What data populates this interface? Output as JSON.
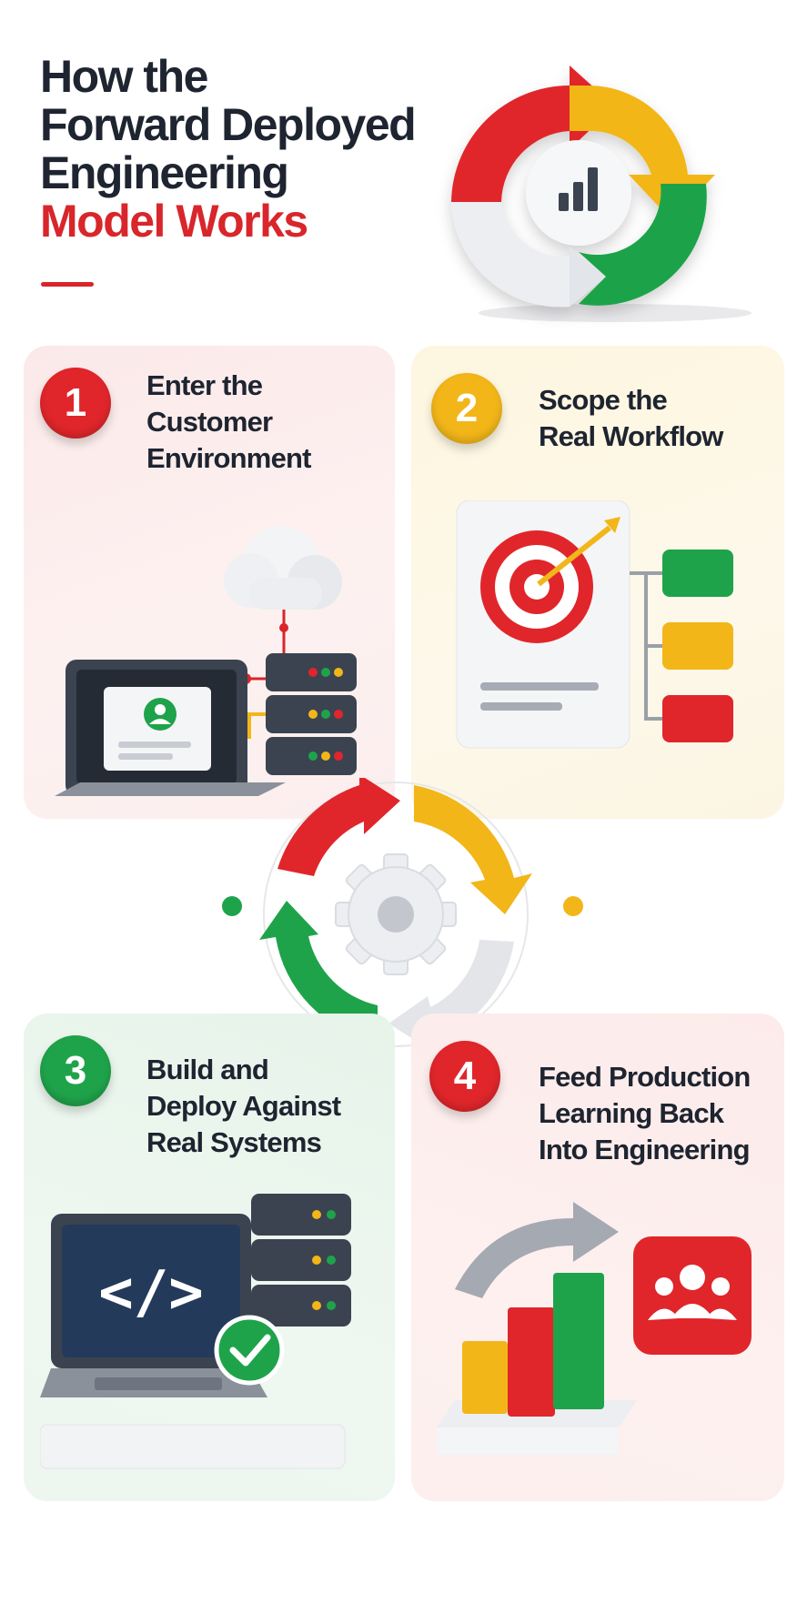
{
  "header": {
    "title_lines": [
      "How the",
      "Forward Deployed",
      "Engineering"
    ],
    "title_accent": "Model Works"
  },
  "steps": [
    {
      "number": "1",
      "title_lines": [
        "Enter the",
        "Customer",
        "Environment"
      ],
      "color": "#e0262b",
      "icon": "laptop-cloud-server-icon"
    },
    {
      "number": "2",
      "title_lines": [
        "Scope the",
        "Real Workflow"
      ],
      "color": "#f2b619",
      "icon": "target-workflow-icon"
    },
    {
      "number": "3",
      "title_lines": [
        "Build and",
        "Deploy Against",
        "Real Systems"
      ],
      "color": "#1fa34a",
      "icon": "code-laptop-server-icon"
    },
    {
      "number": "4",
      "title_lines": [
        "Feed Production",
        "Learning Back",
        "Into Engineering"
      ],
      "color": "#e0262b",
      "icon": "growth-chart-team-icon"
    }
  ],
  "colors": {
    "red": "#e0262b",
    "yellow": "#f2b619",
    "green": "#1fa34a",
    "text": "#1e2430"
  }
}
